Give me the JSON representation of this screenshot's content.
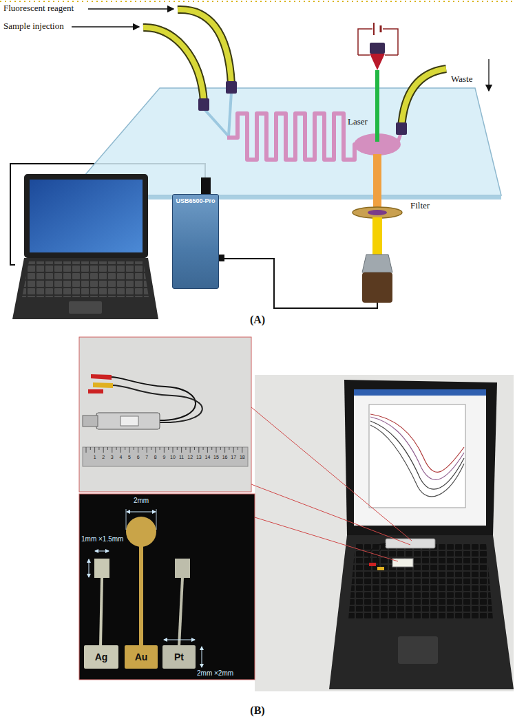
{
  "diagram": {
    "nodes": [
      {
        "text": [
          "USB6500-Pro"
        ]
      },
      {
        "text": [
          "Ag"
        ]
      },
      {
        "text": [
          "Au"
        ]
      },
      {
        "text": [
          "Pt"
        ]
      }
    ],
    "labels": [
      "Fluorescent reagent",
      "Sample injection",
      "Laser",
      "Waste",
      "Filter",
      "(A)",
      "2mm",
      "1mm ×1.5mm",
      "2mm ×2mm",
      "(B)",
      "1",
      "2",
      "3",
      "4",
      "5",
      "6",
      "7",
      "8",
      "9",
      "10",
      "11",
      "12",
      "13",
      "14",
      "15",
      "16",
      "17",
      "18"
    ]
  }
}
